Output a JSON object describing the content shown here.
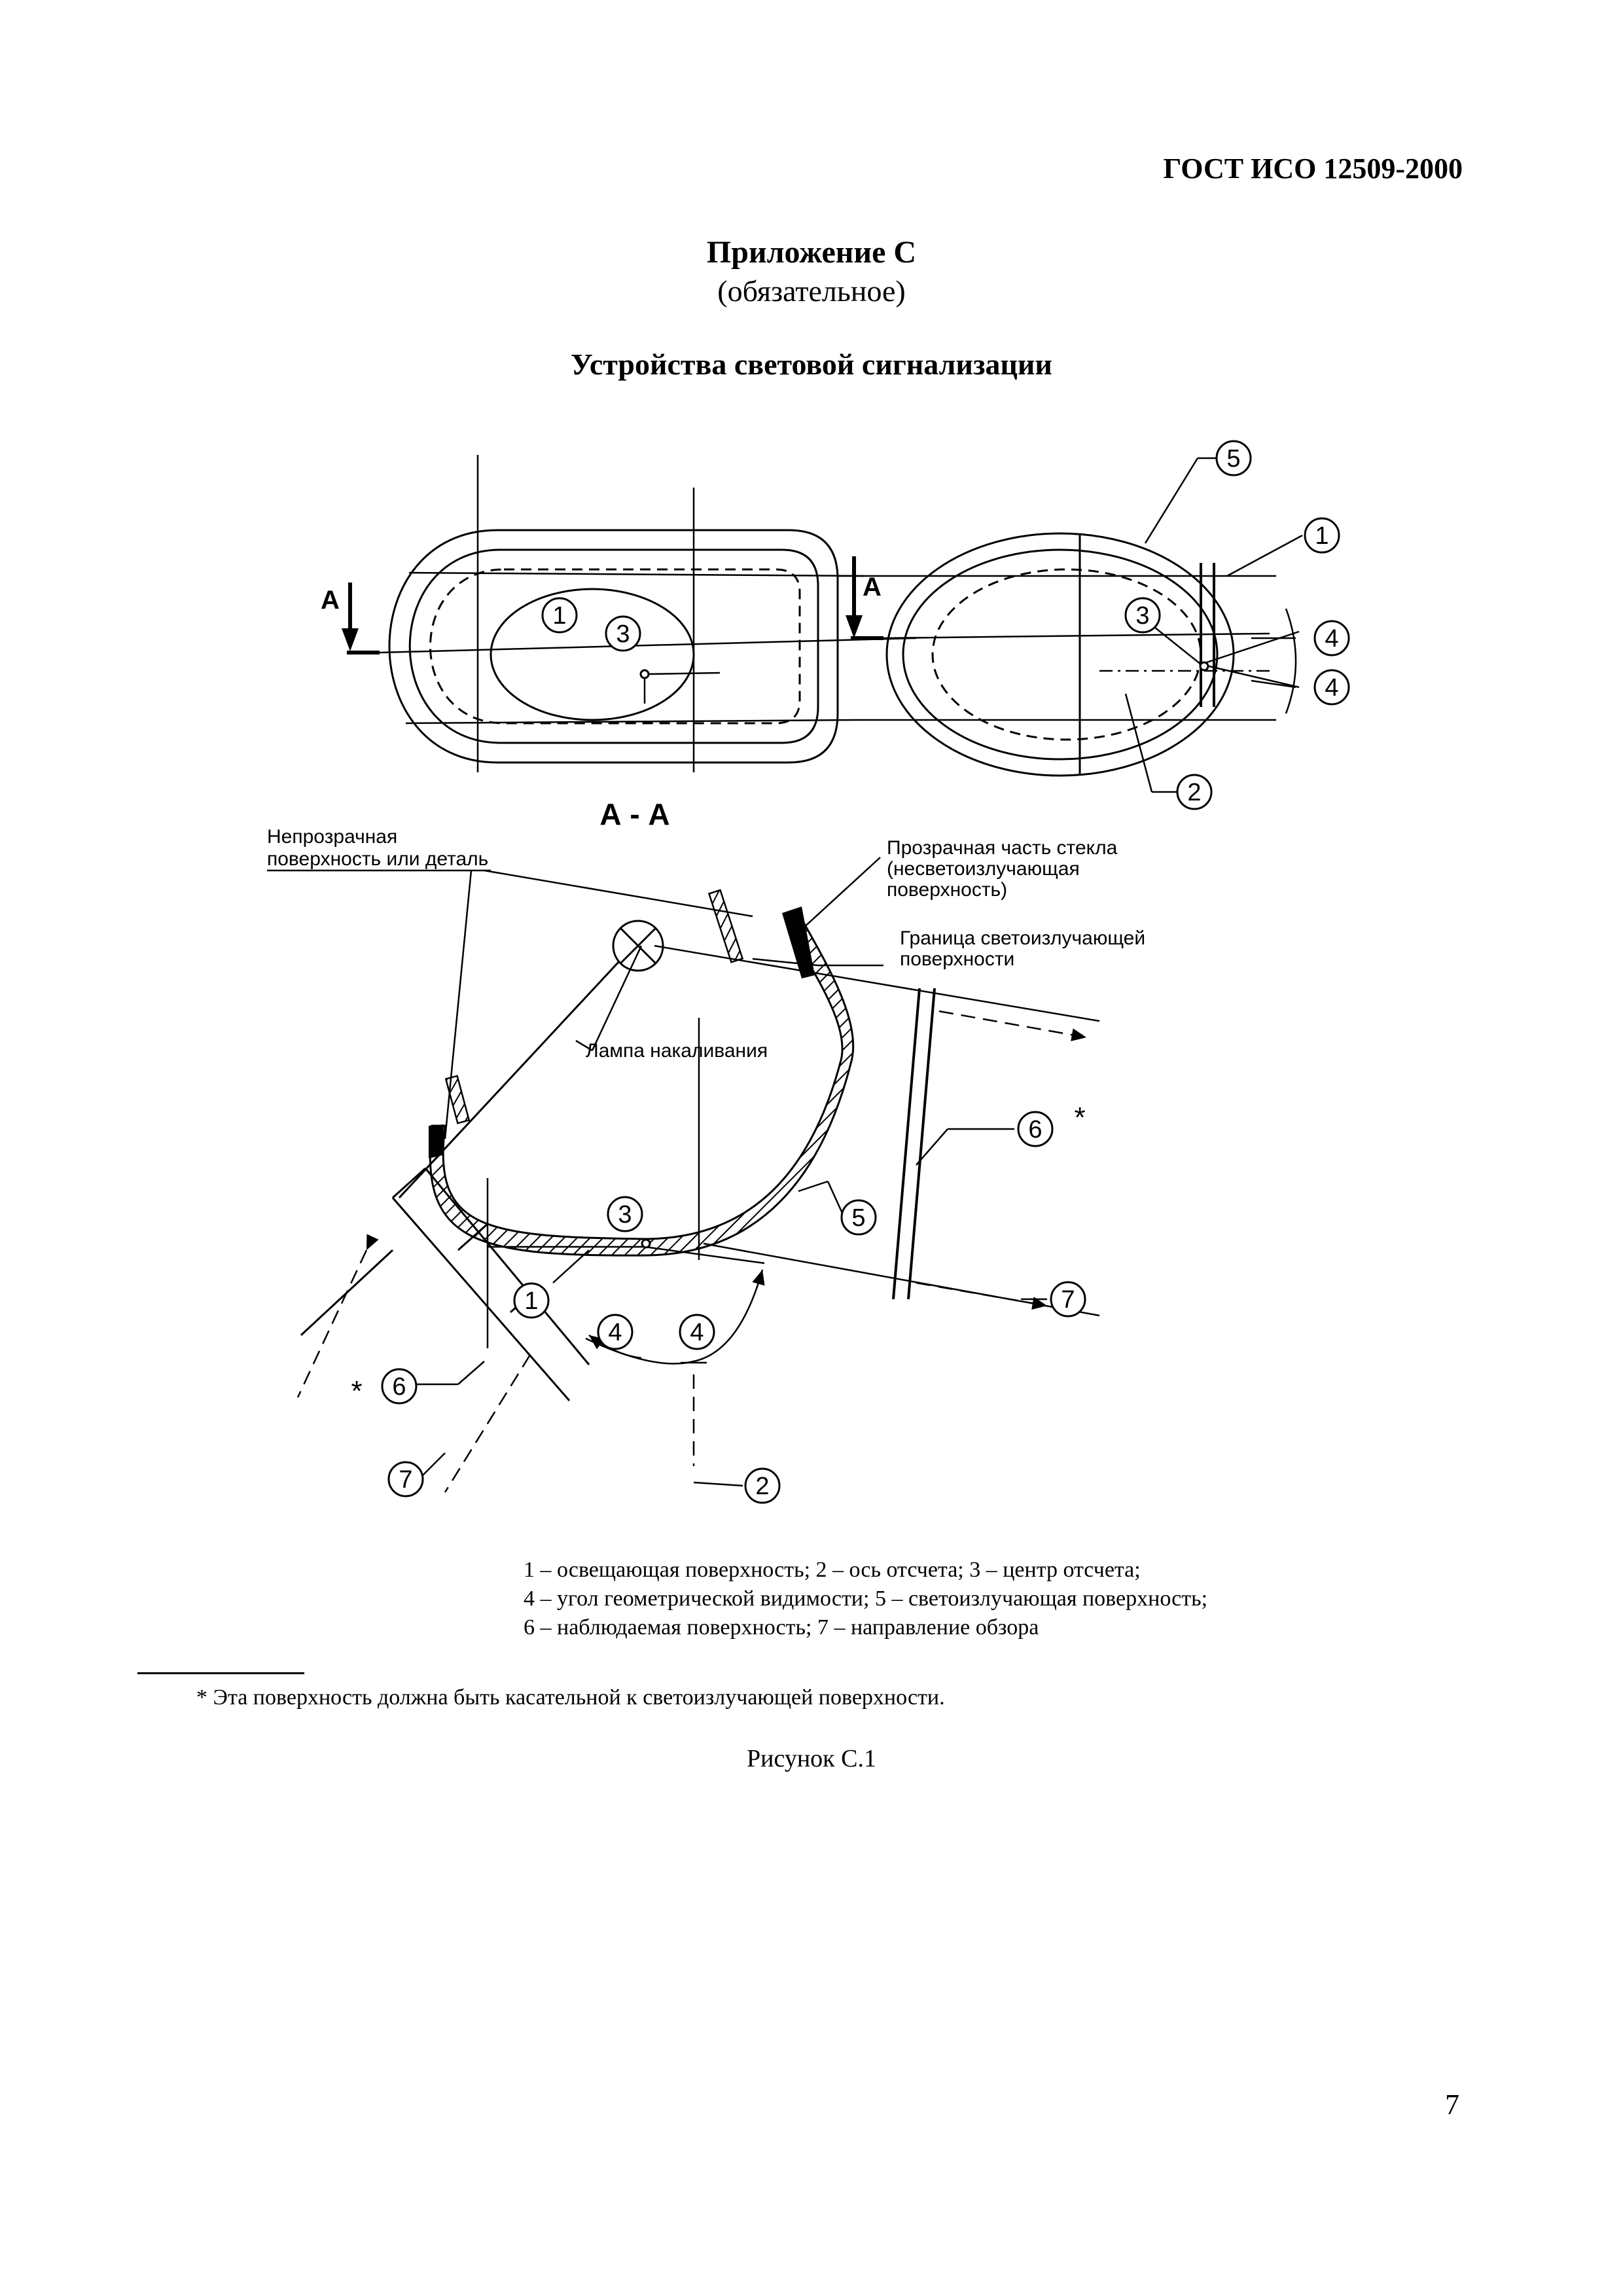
{
  "header": {
    "doc_code": "ГОСТ ИСО 12509-2000"
  },
  "appendix": {
    "title": "Приложение С",
    "subtitle": "(обязательное)"
  },
  "section_title": "Устройства световой сигнализации",
  "figure": {
    "section_mark": "А",
    "section_label": "А - А",
    "callouts": {
      "c1": "1",
      "c2": "2",
      "c3": "3",
      "c4": "4",
      "c5": "5",
      "c6": "6",
      "c7": "7",
      "star": "*"
    },
    "annotations": {
      "opaque_line1": "Непрозрачная",
      "opaque_line2": "поверхность или деталь",
      "transparent_line1": "Прозрачная часть стекла",
      "transparent_line2": "(несветоизлучающая",
      "transparent_line3": "поверхность)",
      "boundary_line1": "Граница светоизлучающей",
      "boundary_line2": "поверхности",
      "lamp": "Лампа накаливания"
    }
  },
  "legend": {
    "line1": "1 – освещающая поверхность; 2 – ось отсчета; 3 – центр отсчета;",
    "line2": "4 – угол геометрической видимости; 5 – светоизлучающая поверхность;",
    "line3": "6 – наблюдаемая поверхность; 7 – направление обзора"
  },
  "footnote": "* Эта поверхность должна быть касательной к светоизлучающей поверхности.",
  "caption": "Рисунок С.1",
  "page_number": "7"
}
